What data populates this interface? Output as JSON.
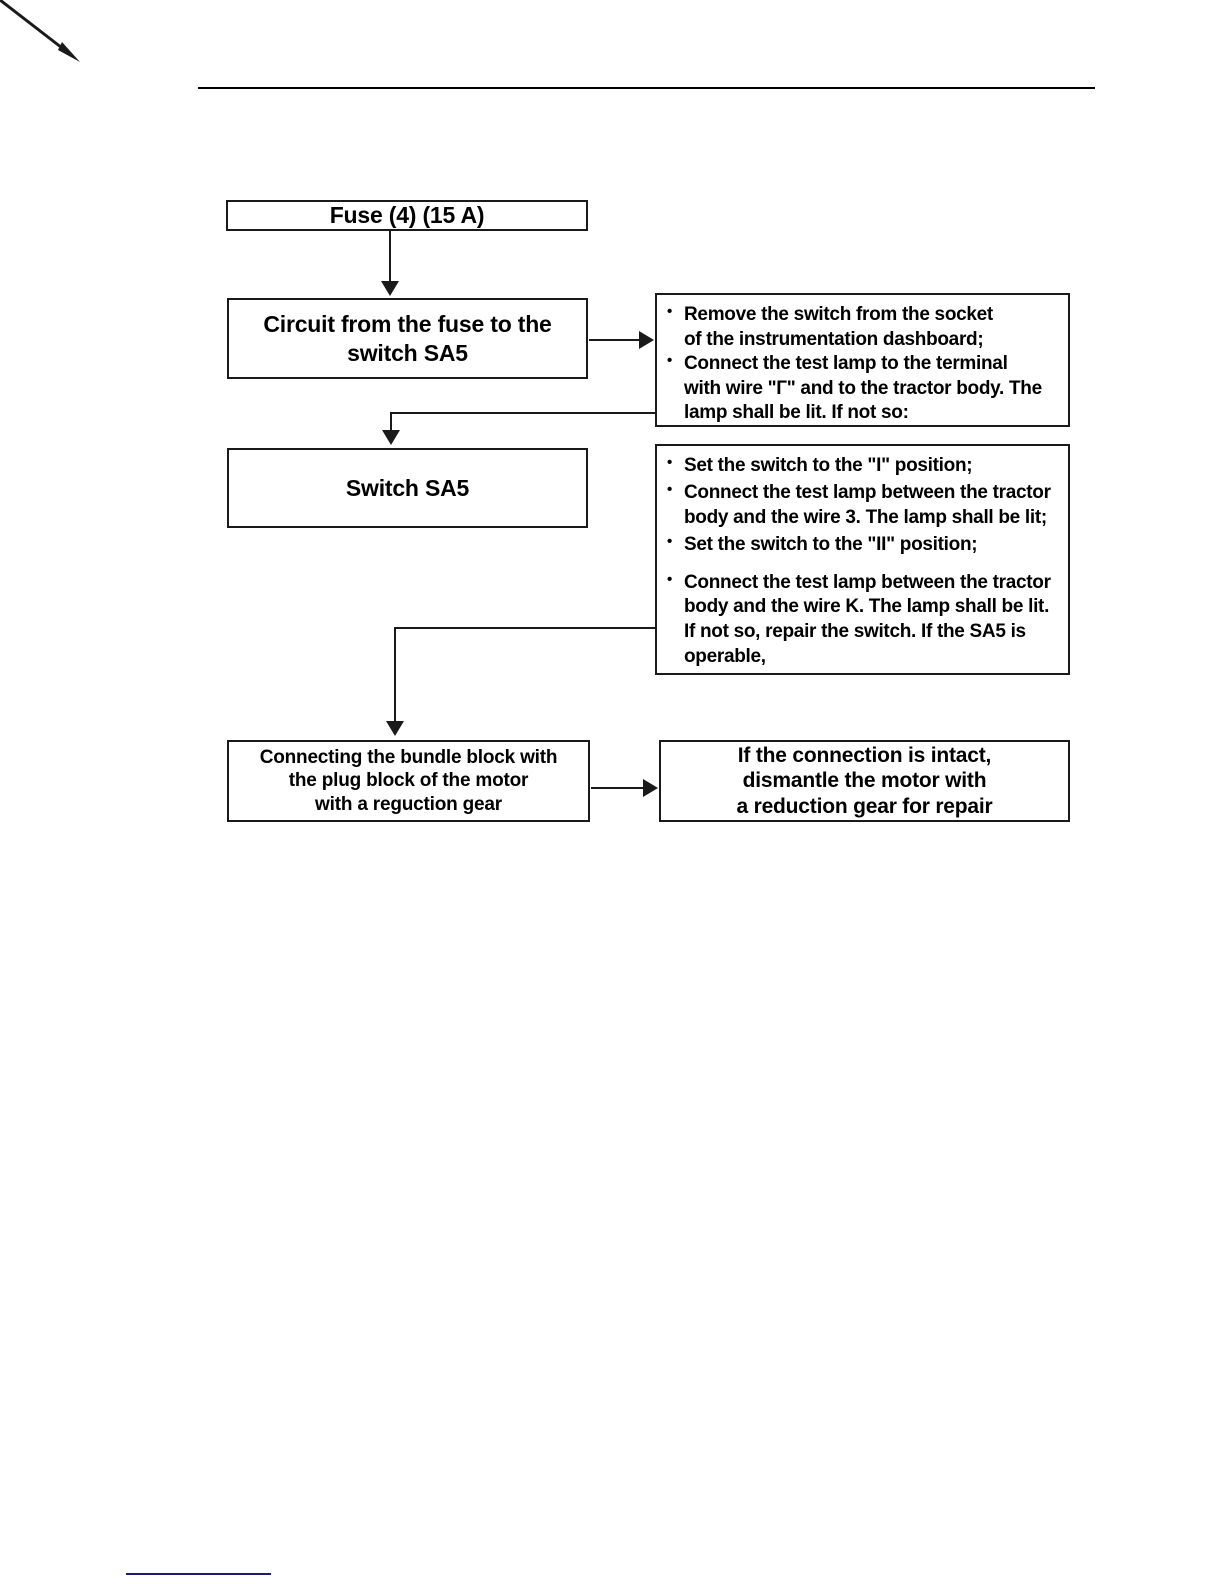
{
  "document": {
    "title": "Troubleshooting flowchart — Fuse (4) (15 A) circuit",
    "header_rule": "horizontal-rule",
    "footer_rule": "blue-underline",
    "colors": {
      "page_background": "#ffffff",
      "ink": "#1a1a1a",
      "footer_rule": "#1a1a78"
    }
  },
  "flowchart": {
    "type": "flowchart",
    "nodes": [
      {
        "id": "fuse",
        "label": "Fuse (4) (15 A)",
        "kind": "process"
      },
      {
        "id": "circuit",
        "label": "Circuit from the fuse to the\nswitch SA5",
        "kind": "process"
      },
      {
        "id": "switch",
        "label": "Switch SA5",
        "kind": "process"
      },
      {
        "id": "connect",
        "label": "Connecting the bundle block with\nthe plug block of the motor\nwith a reguction gear",
        "kind": "process"
      },
      {
        "id": "dismantle",
        "label": "If the connection is intact,\ndismantle the motor with\na reduction gear for repair",
        "kind": "process"
      }
    ],
    "notes": [
      {
        "id": "note-1",
        "bullets": [
          "Remove the switch from the socket\nof the instrumentation dashboard;",
          "Connect the test lamp to the terminal\nwith wire \"Г\" and to the tractor body. The\nlamp shall be lit. If not so:"
        ]
      },
      {
        "id": "note-2",
        "bullets": [
          "Set the switch to the \"I\" position;",
          "Connect the test lamp between the tractor\nbody and the wire 3. The lamp shall be lit;",
          "Set the switch to the \"II\" position;",
          "Connect the test lamp between the tractor\nbody and the wire K. The lamp shall be lit.\nIf not so, repair the switch. If the SA5 is\noperable,"
        ]
      }
    ],
    "edges": [
      {
        "id": "edge-fuse-to-circuit",
        "from": "fuse",
        "to": "circuit",
        "style": "straight-down-arrow"
      },
      {
        "id": "edge-circuit-to-note1",
        "from": "circuit",
        "to": "note-1",
        "style": "straight-right-arrow"
      },
      {
        "id": "edge-note1-to-switch",
        "from": "note-1",
        "to": "switch",
        "style": "elbow-down-arrow"
      },
      {
        "id": "edge-switch-to-note2",
        "from": "switch",
        "to": "note-2",
        "style": "diagonal-arrow"
      },
      {
        "id": "edge-note2-to-connect",
        "from": "note-2",
        "to": "connect",
        "style": "elbow-down-arrow"
      },
      {
        "id": "edge-connect-to-dismantle",
        "from": "connect",
        "to": "dismantle",
        "style": "straight-right-arrow"
      }
    ]
  }
}
